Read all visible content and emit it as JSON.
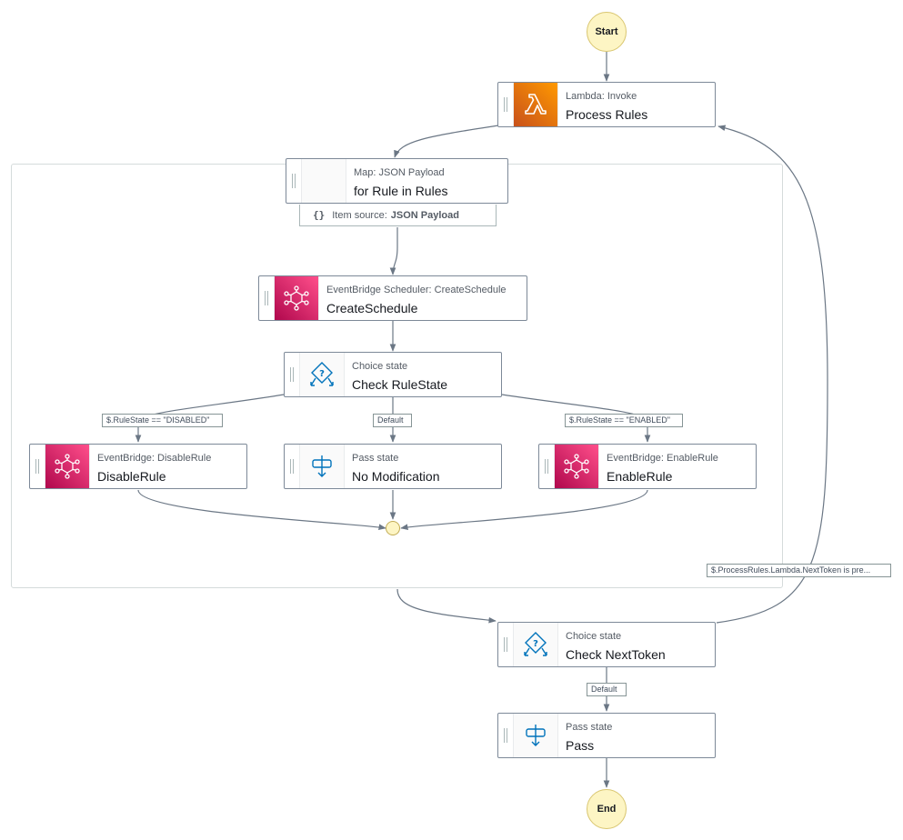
{
  "start_label": "Start",
  "end_label": "End",
  "states": {
    "process_rules": {
      "type": "Lambda: Invoke",
      "name": "Process Rules",
      "icon": "lambda-icon"
    },
    "map": {
      "type": "Map: JSON Payload",
      "name": "for Rule in Rules",
      "icon": "map-icon"
    },
    "create_schedule": {
      "type": "EventBridge Scheduler: CreateSchedule",
      "name": "CreateSchedule",
      "icon": "eventbridge-icon"
    },
    "check_rulestate": {
      "type": "Choice state",
      "name": "Check RuleState",
      "icon": "choice-icon"
    },
    "disable_rule": {
      "type": "EventBridge: DisableRule",
      "name": "DisableRule",
      "icon": "eventbridge-icon"
    },
    "no_modification": {
      "type": "Pass state",
      "name": "No Modification",
      "icon": "pass-icon"
    },
    "enable_rule": {
      "type": "EventBridge: EnableRule",
      "name": "EnableRule",
      "icon": "eventbridge-icon"
    },
    "check_nexttoken": {
      "type": "Choice state",
      "name": "Check NextToken",
      "icon": "choice-icon"
    },
    "pass": {
      "type": "Pass state",
      "name": "Pass",
      "icon": "pass-icon"
    }
  },
  "item_source": {
    "brace": "{}",
    "prefix": "Item source:",
    "value": "JSON Payload"
  },
  "conditions": {
    "disabled": "$.RuleState == \"DISABLED\"",
    "default_rulestate": "Default",
    "enabled": "$.RuleState == \"ENABLED\"",
    "nexttoken": "$.ProcessRules.Lambda.NextToken is pre...",
    "default_nexttoken": "Default"
  },
  "colors": {
    "edge": "#6b7785",
    "terminal_fill": "#fdf5c4",
    "lambda_gradient": [
      "#c8511b",
      "#ff9900"
    ],
    "eventbridge_gradient": [
      "#b0084d",
      "#ff4f8b"
    ],
    "flow_icon": "#0073bb"
  }
}
